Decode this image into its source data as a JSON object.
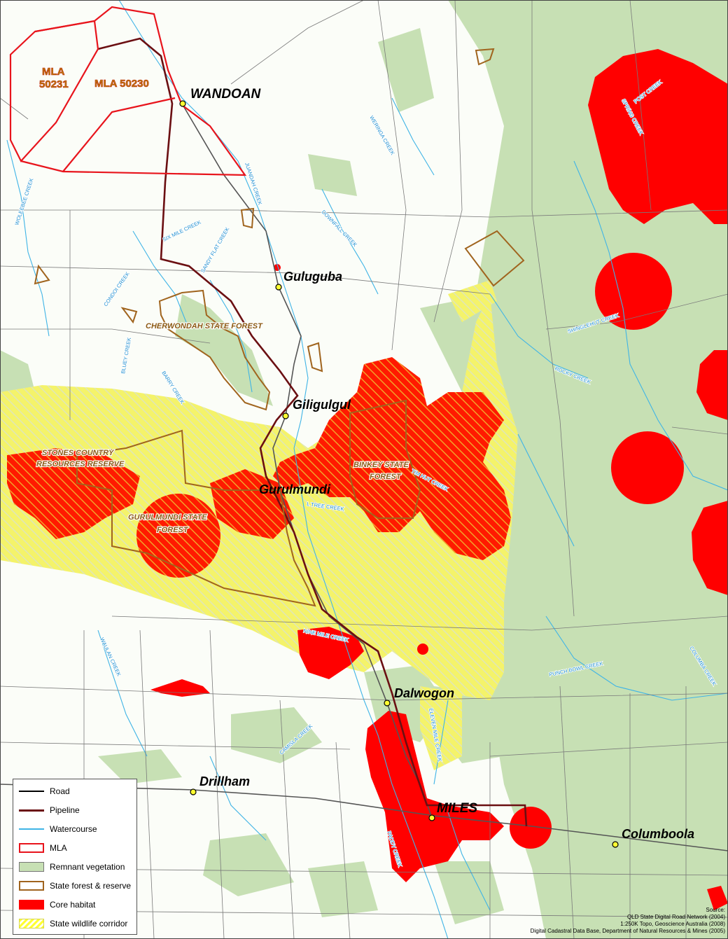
{
  "towns": {
    "wandoan": "WANDOAN",
    "guluguba": "Guluguba",
    "giligulgul": "Giligulgul",
    "gurulmundi": "Gurulmundi",
    "dalwogon": "Dalwogon",
    "drillham": "Drillham",
    "miles": "MILES",
    "columboola": "Columboola"
  },
  "mla": {
    "mla_50231_line1": "MLA",
    "mla_50231_line2": "50231",
    "mla_50230": "MLA 50230"
  },
  "forests": {
    "cherwondah": "CHERWONDAH STATE FOREST",
    "stones_line1": "STONES COUNTRY",
    "stones_line2": "RESOURCES RESERVE",
    "gurulmundi_line1": "GURULMUNDI STATE",
    "gurulmundi_line2": "FOREST",
    "binkey_line1": "BINKEY STATE",
    "binkey_line2": "FOREST"
  },
  "creeks": {
    "post": "POST CREEK",
    "spring": "SPRING CREEK",
    "weringa": "WERINGA CREEK",
    "juandah": "JUANDAH CREEK",
    "woleebee": "WOLEEBEE CREEK",
    "six_mile": "SIX MILE CREEK",
    "sandy_flat": "SANDY FLAT CREEK",
    "downfall": "DOWNFALL CREEK",
    "condoi": "CONDOI CREEK",
    "shinglehut": "SHINGLEHUT CREEK",
    "bluey": "BLUEY CREEK",
    "barry": "BARRY CREEK",
    "rocky": "ROCKY CREEK",
    "tim_hut": "TIM HUT CREEK",
    "l_tree": "L TREE CREEK",
    "nine_mile": "NINE MILE CREEK",
    "waulan": "WAULAN CREEK",
    "punch_bowl": "PUNCH BOWL CREEK",
    "columba": "COLUMBA CREEK",
    "camisla": "CAMISLA CREEK",
    "eleven_mile": "ELEVEN MILE CREEK",
    "paddy": "PADDY CREEK"
  },
  "legend": {
    "items": [
      {
        "label": "Road",
        "symbol": "line",
        "color": "#000000"
      },
      {
        "label": "Pipeline",
        "symbol": "line",
        "color": "#6b0f12"
      },
      {
        "label": "Watercourse",
        "symbol": "line",
        "color": "#3fb4e6"
      },
      {
        "label": "MLA",
        "symbol": "outline",
        "color": "#e8141c"
      },
      {
        "label": "Remnant vegetation",
        "symbol": "fill",
        "color": "#c7e0b4"
      },
      {
        "label": "State forest & reserve",
        "symbol": "outline",
        "color": "#a0641e"
      },
      {
        "label": "Core habitat",
        "symbol": "fill",
        "color": "#ff0000"
      },
      {
        "label": "State wildlife corridor",
        "symbol": "hatch",
        "color": "#ffff66"
      }
    ]
  },
  "source": {
    "title": "Source:",
    "line1": "QLD State Digital Road Network (2004)",
    "line2": "1:250K Topo, Geoscience Australia (2008)",
    "line3": "Digital Cadastral Data Base, Department of Natural Resources & Mines (2005)"
  },
  "colors": {
    "remnant": "#c7e0b4",
    "corridor": "#f4f36a",
    "core": "#ff0000",
    "mla": "#e8141c",
    "forest": "#a0641e",
    "pipeline": "#6b0f12",
    "water": "#3fb4e6"
  }
}
